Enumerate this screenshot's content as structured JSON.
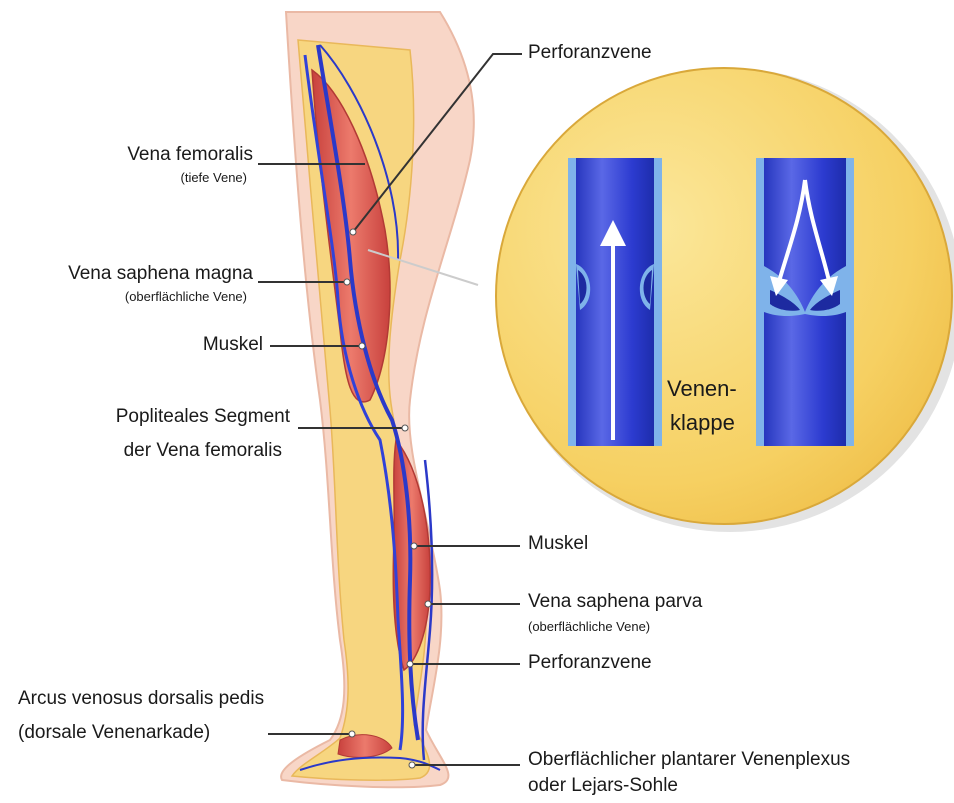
{
  "labels": {
    "perforanzvene_top": "Perforanzvene",
    "vena_femoralis": "Vena femoralis",
    "vena_femoralis_sub": "(tiefe Vene)",
    "vena_saphena_magna": "Vena saphena magna",
    "vena_saphena_magna_sub": "(oberflächliche Vene)",
    "muskel_thigh": "Muskel",
    "popliteales_line1": "Popliteales Segment",
    "popliteales_line2": "der Vena femoralis",
    "muskel_calf": "Muskel",
    "vena_saphena_parva": "Vena saphena parva",
    "vena_saphena_parva_sub": "(oberflächliche Vene)",
    "perforanzvene_bottom": "Perforanzvene",
    "arcus_line1": "Arcus venosus dorsalis pedis",
    "arcus_line2": "(dorsale Venenarkade)",
    "plexus_line1": "Oberflächlicher plantarer Venenplexus",
    "plexus_line2": "oder Lejars-Sohle",
    "valve_line1": "Venen-",
    "valve_line2": "klappe"
  },
  "colors": {
    "vein_blue": "#2b39c9",
    "muscle_red": "#dd5a52",
    "tissue_yellow": "#f7d37a",
    "skin": "#f7d2c2",
    "inset_bg": "#f8d46e",
    "leader_line": "#333333"
  }
}
